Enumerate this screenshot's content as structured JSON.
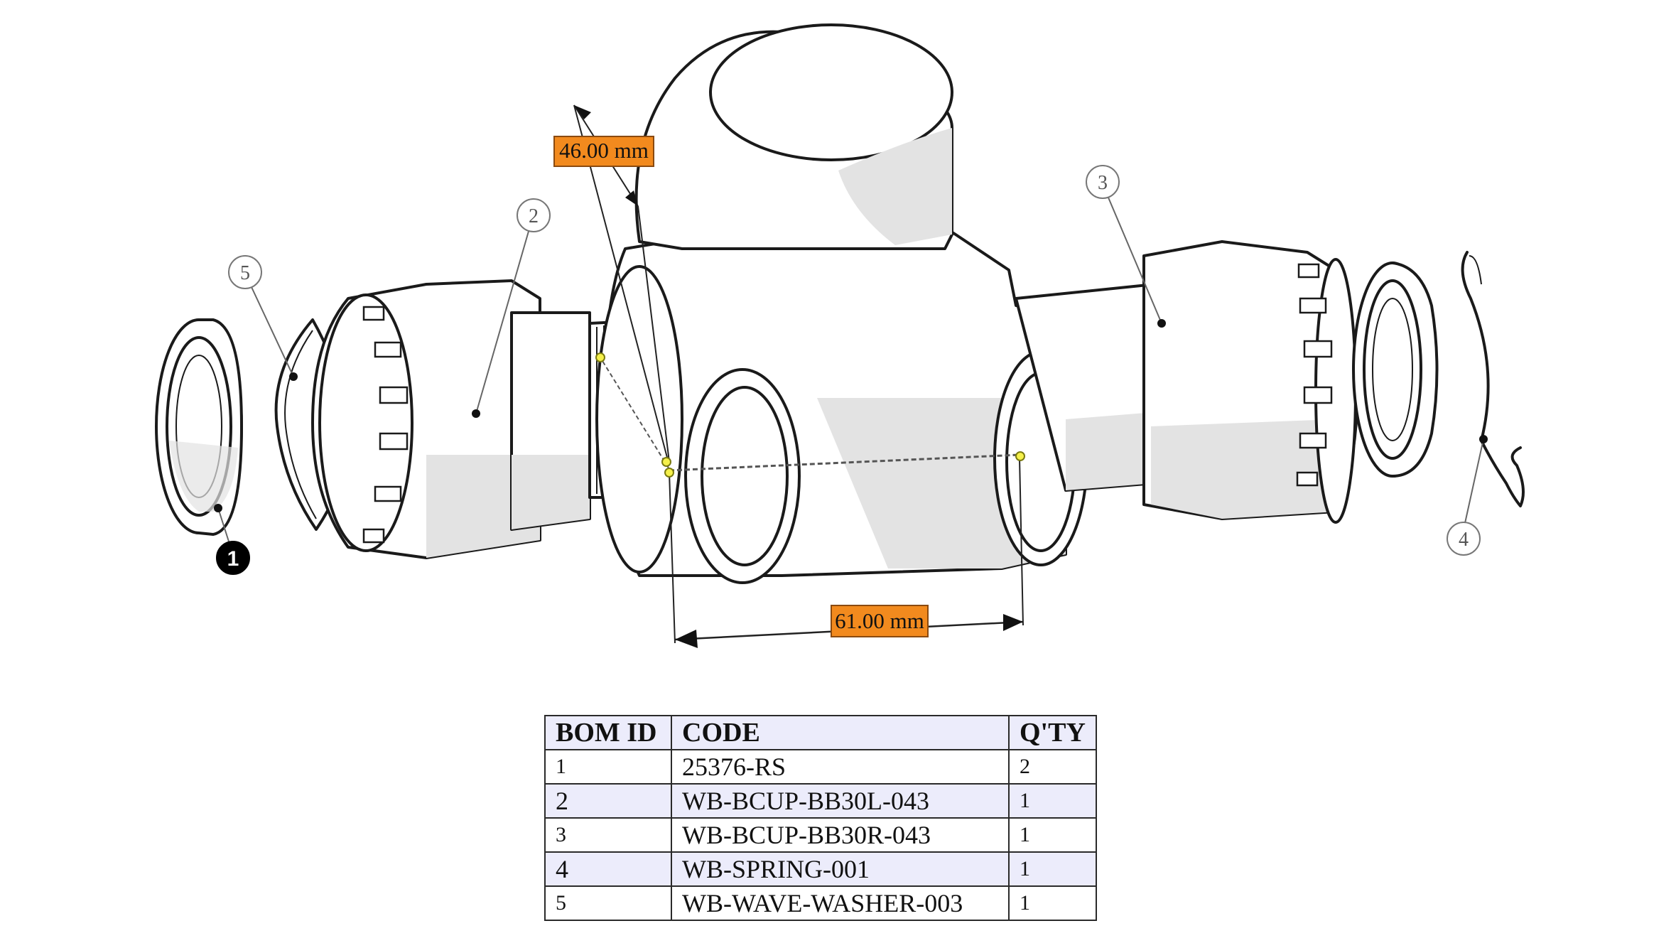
{
  "dimensions": {
    "height_label": "46.00 mm",
    "width_label": "61.00 mm",
    "label_color": "#f28a1e",
    "point_color": "#f5f04a"
  },
  "balloons": [
    {
      "id": "1",
      "style": "filled"
    },
    {
      "id": "2",
      "style": "outline"
    },
    {
      "id": "3",
      "style": "outline"
    },
    {
      "id": "4",
      "style": "outline"
    },
    {
      "id": "5",
      "style": "outline"
    }
  ],
  "bom": {
    "headers": [
      "BOM ID",
      "CODE",
      "Q'TY"
    ],
    "rows": [
      {
        "id": "1",
        "code": "25376-RS",
        "qty": "2"
      },
      {
        "id": "2",
        "code": "WB-BCUP-BB30L-043",
        "qty": "1"
      },
      {
        "id": "3",
        "code": "WB-BCUP-BB30R-043",
        "qty": "1"
      },
      {
        "id": "4",
        "code": "WB-SPRING-001",
        "qty": "1"
      },
      {
        "id": "5",
        "code": "WB-WAVE-WASHER-003",
        "qty": "1"
      }
    ],
    "header_bg": "#ececfb",
    "alt_row_bg": "#ececfb"
  }
}
